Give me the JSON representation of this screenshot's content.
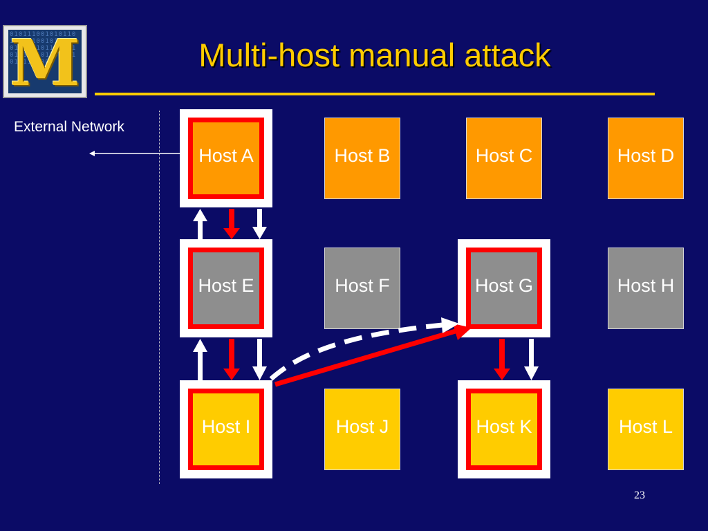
{
  "slide": {
    "title": "Multi-host manual attack",
    "external_label": "External Network",
    "page_number": "23",
    "logo_letter": "M",
    "logo_bits": "0101110010101101011010010110110101001011010110101001011010110101101001"
  },
  "hosts": [
    {
      "id": "A",
      "label": "Host A",
      "color": "orange",
      "compromised": true
    },
    {
      "id": "B",
      "label": "Host B",
      "color": "orange",
      "compromised": false
    },
    {
      "id": "C",
      "label": "Host C",
      "color": "orange",
      "compromised": false
    },
    {
      "id": "D",
      "label": "Host D",
      "color": "orange",
      "compromised": false
    },
    {
      "id": "E",
      "label": "Host E",
      "color": "gray",
      "compromised": true
    },
    {
      "id": "F",
      "label": "Host F",
      "color": "gray",
      "compromised": false
    },
    {
      "id": "G",
      "label": "Host G",
      "color": "gray",
      "compromised": true
    },
    {
      "id": "H",
      "label": "Host H",
      "color": "gray",
      "compromised": false
    },
    {
      "id": "I",
      "label": "Host I",
      "color": "yellow",
      "compromised": true
    },
    {
      "id": "J",
      "label": "Host J",
      "color": "yellow",
      "compromised": false
    },
    {
      "id": "K",
      "label": "Host K",
      "color": "yellow",
      "compromised": true
    },
    {
      "id": "L",
      "label": "Host L",
      "color": "yellow",
      "compromised": false
    }
  ],
  "colors": {
    "background": "#0b0b66",
    "title": "#ffcc00",
    "attack_arrow": "#ff0000",
    "return_arrow": "#ffffff",
    "orange_host": "#ff9900",
    "gray_host": "#8e8e8e",
    "yellow_host": "#ffcc00"
  }
}
